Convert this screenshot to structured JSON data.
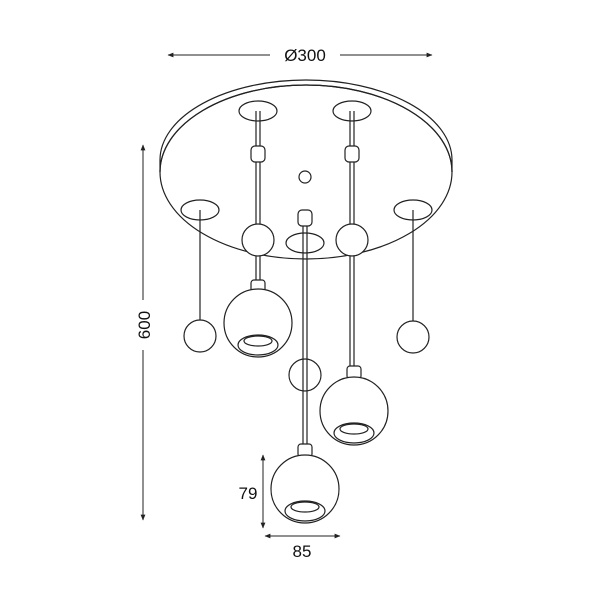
{
  "dimensions": {
    "diameter": "Ø300",
    "height": "600",
    "shade_height": "79",
    "shade_width": "85"
  },
  "colors": {
    "line": "#222222",
    "background": "#ffffff"
  }
}
